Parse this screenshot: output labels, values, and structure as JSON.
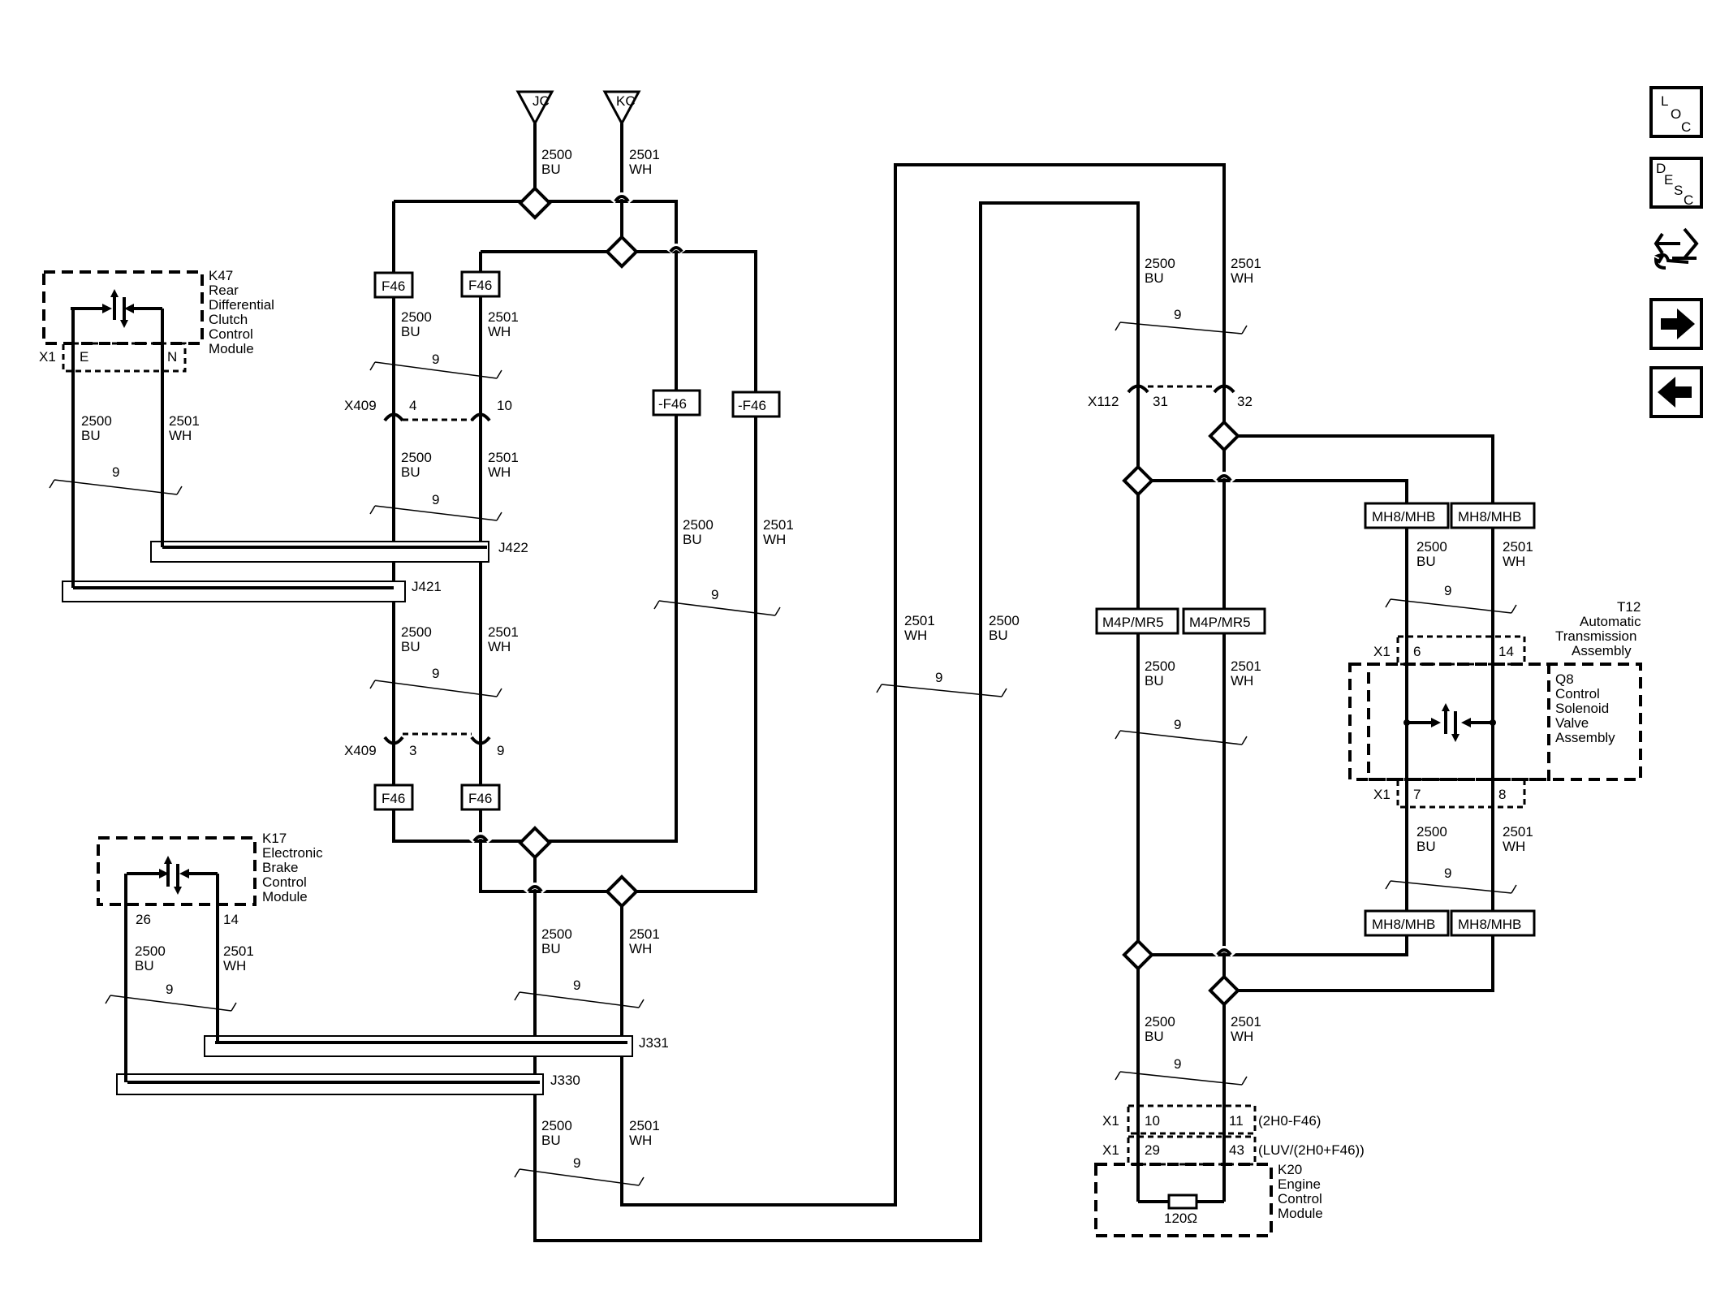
{
  "wire": {
    "bu_circuit": "2500",
    "bu_color": "BU",
    "wh_circuit": "2501",
    "wh_color": "WH",
    "twist": "9"
  },
  "terminals": {
    "jc": "JC",
    "kc": "KC"
  },
  "options": {
    "f46": "F46",
    "not_f46": "-F46",
    "m4p": "M4P/MR5",
    "mh8": "MH8/MHB"
  },
  "connectors": {
    "x409": "X409",
    "x409_pin4": "4",
    "x409_pin10": "10",
    "x409_pin3": "3",
    "x409_pin9": "9",
    "x112": "X112",
    "x112_pin31": "31",
    "x112_pin32": "32",
    "x1": "X1"
  },
  "splices": {
    "j422": "J422",
    "j421": "J421",
    "j331": "J331",
    "j330": "J330"
  },
  "k47": {
    "ref": "K47",
    "line1": "Rear",
    "line2": "Differential",
    "line3": "Clutch",
    "line4": "Control",
    "line5": "Module",
    "pin_e": "E",
    "pin_n": "N"
  },
  "k17": {
    "ref": "K17",
    "line1": "Electronic",
    "line2": "Brake",
    "line3": "Control",
    "line4": "Module",
    "pin_26": "26",
    "pin_14": "14"
  },
  "t12": {
    "ref": "T12",
    "line1": "Automatic",
    "line2": "Transmission",
    "line3": "Assembly",
    "pin_6": "6",
    "pin_14": "14",
    "pin_7": "7",
    "pin_8": "8"
  },
  "q8": {
    "ref": "Q8",
    "line1": "Control",
    "line2": "Solenoid",
    "line3": "Valve",
    "line4": "Assembly"
  },
  "k20": {
    "ref": "K20",
    "line1": "Engine",
    "line2": "Control",
    "line3": "Module",
    "pin_10": "10",
    "pin_11": "11",
    "pin_29": "29",
    "pin_43": "43",
    "opt_top": "(2H0-F46)",
    "opt_bottom": "(LUV/(2H0+F46))",
    "resistor": "120Ω"
  },
  "nav": {
    "loc": [
      "L",
      "O",
      "C"
    ],
    "desc": [
      "D",
      "E",
      "S",
      "C"
    ]
  }
}
